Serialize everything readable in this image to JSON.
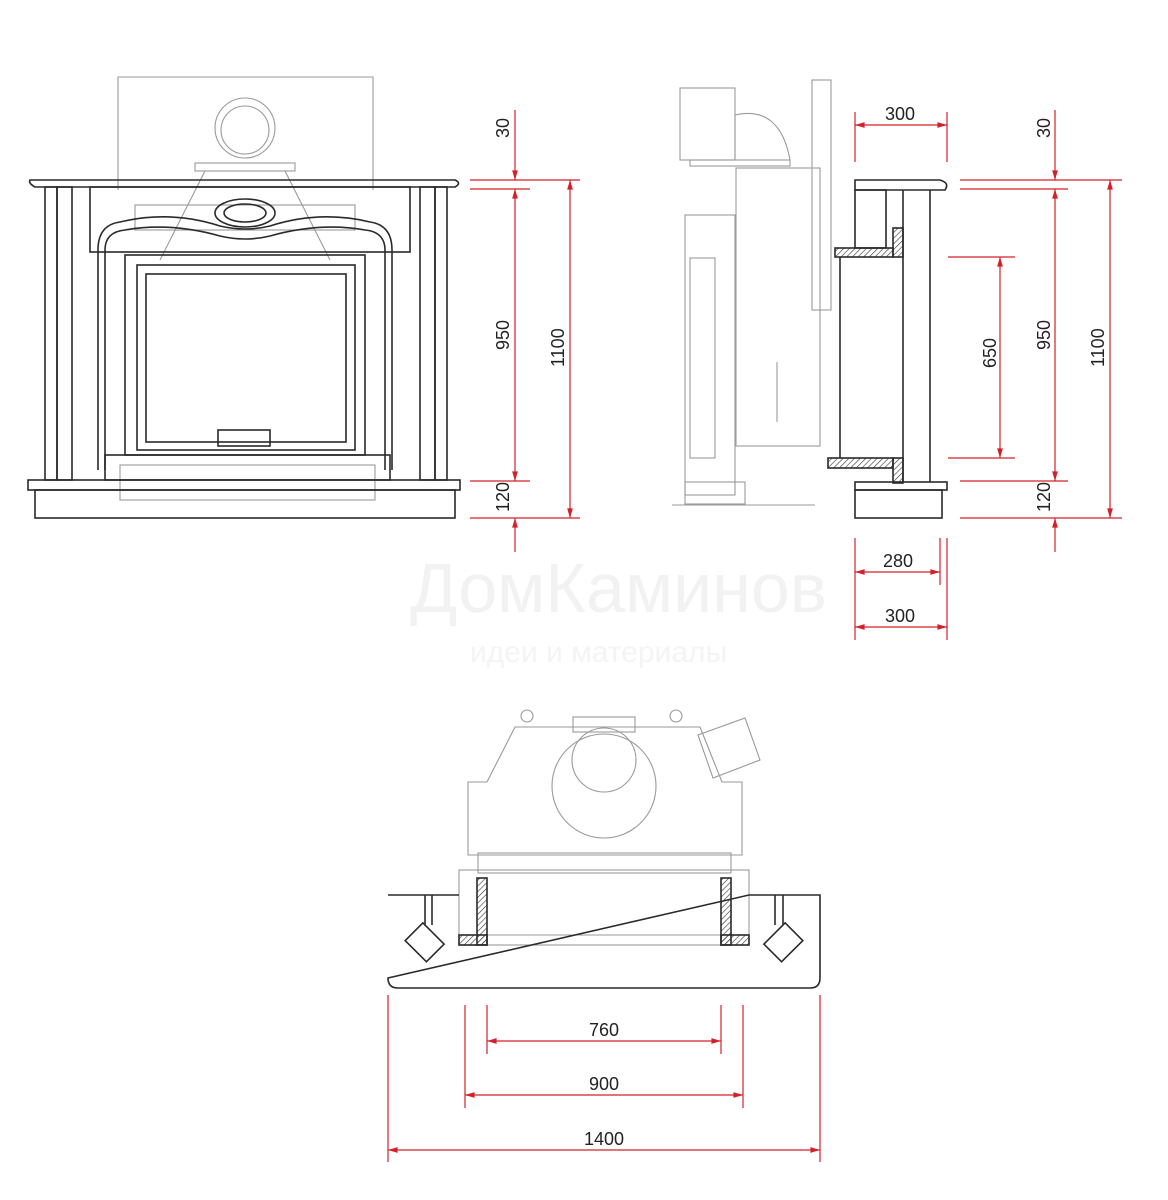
{
  "watermark": {
    "brand": "ДомКаминов",
    "tagline": "идеи и материалы"
  },
  "colors": {
    "dimension": "#d4202a",
    "outline": "#2a2a2a",
    "insert": "#9a9a9a"
  },
  "front_view": {
    "dims": {
      "top": "30",
      "middle": "950",
      "bottom": "120",
      "total": "1100"
    }
  },
  "side_view": {
    "dims": {
      "depth_top": "300",
      "opening": "650",
      "middle": "950",
      "top": "30",
      "bottom": "120",
      "total": "1100",
      "depth_inner": "280",
      "depth_base": "300"
    }
  },
  "top_view": {
    "dims": {
      "inner": "760",
      "middle": "900",
      "total": "1400"
    }
  }
}
